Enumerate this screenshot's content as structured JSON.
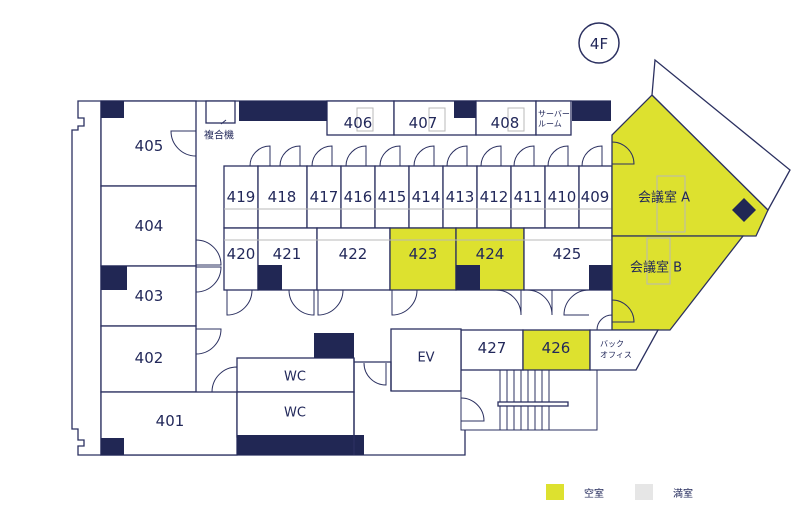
{
  "floor": {
    "label": "4F"
  },
  "colors": {
    "vacant": "#dde12f",
    "occupied": "#e6e6e6",
    "wall": "#2b3060",
    "pillar": "#212754"
  },
  "rooms": {
    "r401": {
      "label": "401",
      "status": "occupied"
    },
    "r402": {
      "label": "402",
      "status": "occupied"
    },
    "r403": {
      "label": "403",
      "status": "occupied"
    },
    "r404": {
      "label": "404",
      "status": "occupied"
    },
    "r405": {
      "label": "405",
      "status": "occupied"
    },
    "r406": {
      "label": "406",
      "status": "occupied"
    },
    "r407": {
      "label": "407",
      "status": "occupied"
    },
    "r408": {
      "label": "408",
      "status": "occupied"
    },
    "r409": {
      "label": "409",
      "status": "occupied"
    },
    "r410": {
      "label": "410",
      "status": "occupied"
    },
    "r411": {
      "label": "411",
      "status": "occupied"
    },
    "r412": {
      "label": "412",
      "status": "occupied"
    },
    "r413": {
      "label": "413",
      "status": "occupied"
    },
    "r414": {
      "label": "414",
      "status": "occupied"
    },
    "r415": {
      "label": "415",
      "status": "occupied"
    },
    "r416": {
      "label": "416",
      "status": "occupied"
    },
    "r417": {
      "label": "417",
      "status": "occupied"
    },
    "r418": {
      "label": "418",
      "status": "occupied"
    },
    "r419": {
      "label": "419",
      "status": "occupied"
    },
    "r420": {
      "label": "420",
      "status": "occupied"
    },
    "r421": {
      "label": "421",
      "status": "occupied"
    },
    "r422": {
      "label": "422",
      "status": "occupied"
    },
    "r423": {
      "label": "423",
      "status": "vacant"
    },
    "r424": {
      "label": "424",
      "status": "vacant"
    },
    "r425": {
      "label": "425",
      "status": "occupied"
    },
    "r426": {
      "label": "426",
      "status": "vacant"
    },
    "r427": {
      "label": "427",
      "status": "occupied"
    },
    "meetingA": {
      "label": "会議室 A",
      "status": "vacant"
    },
    "meetingB": {
      "label": "会議室 B",
      "status": "vacant"
    }
  },
  "facilities": {
    "copier": "複合機",
    "server_room_line1": "サーバー",
    "server_room_line2": "ルーム",
    "back_office_line1": "バック",
    "back_office_line2": "オフィス",
    "elevator": "EV",
    "wc1": "WC",
    "wc2": "WC"
  },
  "legend": {
    "vacant_label": "空室",
    "occupied_label": "満室"
  }
}
